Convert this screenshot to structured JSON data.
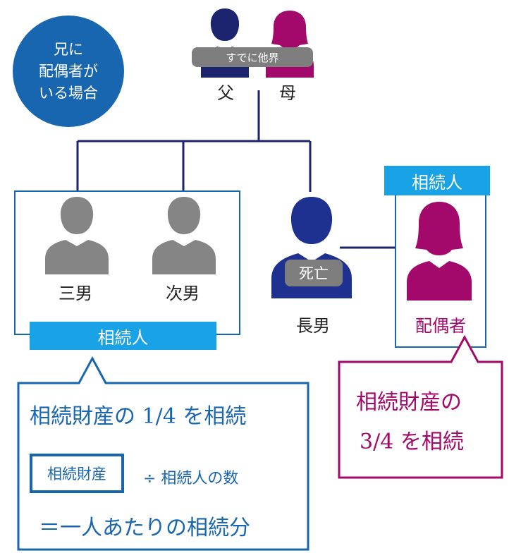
{
  "badge": {
    "line1": "兄に",
    "line2": "配偶者が",
    "line3": "いる場合"
  },
  "parents": {
    "note": "すでに他界",
    "father": "父",
    "mother": "母"
  },
  "children": {
    "third_son": "三男",
    "second_son": "次男",
    "eldest_son": "長男",
    "deceased": "死亡"
  },
  "spouse": {
    "label": "配偶者",
    "heir_tag": "相続人"
  },
  "heirs_group": {
    "heir_tag": "相続人"
  },
  "left_bubble": {
    "headline": "相続財産の 1/4 を相続",
    "boxed_term": "相続財産",
    "divide_text": "÷ 相続人の数",
    "result": "＝一人あたりの相続分"
  },
  "right_bubble": {
    "line1": "相続財産の",
    "line2": "3/4 を相続"
  },
  "colors": {
    "navy": "#1c2470",
    "magenta": "#a3096a",
    "gray": "#858585",
    "blue": "#1865b0",
    "cyan": "#19a2e6",
    "tag_gray": "#7e7e7e"
  }
}
